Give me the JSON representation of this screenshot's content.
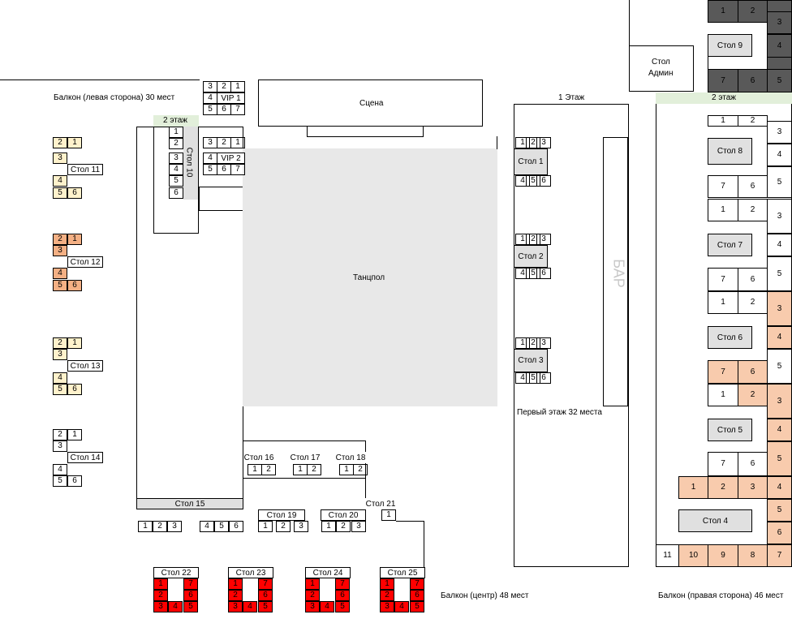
{
  "labels": {
    "balcony_left": "Балкон (левая сторона) 30 мест",
    "balcony_center": "Балкон (центр) 48 мест",
    "balcony_right": "Балкон (правая сторона) 46 мест",
    "floor1_title": "1 Этаж",
    "floor1_caption": "Первый этаж 32 места",
    "floor2_left": "2 этаж",
    "floor2_right": "2 этаж",
    "stage": "Сцена",
    "dance_floor": "Танцпол",
    "bar": "БАР",
    "admin_line1": "Стол",
    "admin_line2": "Админ"
  },
  "tables": {
    "t1": "Стол 1",
    "t2": "Стол 2",
    "t3": "Стол 3",
    "t4": "Стол 4",
    "t5": "Стол 5",
    "t6": "Стол 6",
    "t7": "Стол 7",
    "t8": "Стол 8",
    "t9": "Стол 9",
    "t10": "Стол 10",
    "t11": "Стол 11",
    "t12": "Стол 12",
    "t13": "Стол 13",
    "t14": "Стол 14",
    "t15": "Стол 15",
    "t16": "Стол 16",
    "t17": "Стол 17",
    "t18": "Стол 18",
    "t19": "Стол 19",
    "t20": "Стол 20",
    "t21": "Стол 21",
    "t22": "Стол 22",
    "t23": "Стол 23",
    "t24": "Стол 24",
    "t25": "Стол 25",
    "vip1": "VIP 1",
    "vip2": "VIP 2"
  },
  "seats": [
    "1",
    "2",
    "3",
    "4",
    "5",
    "6",
    "7",
    "8",
    "9",
    "10",
    "11"
  ],
  "colors": {
    "occupied_dark": "#595959",
    "seat_light": "#fff2cc",
    "seat_orange": "#f4b084",
    "seat_peach": "#f8cbad",
    "seat_red": "#ff0000",
    "table_gray": "#e0e0e0",
    "floor_label_green": "#e2efda"
  }
}
